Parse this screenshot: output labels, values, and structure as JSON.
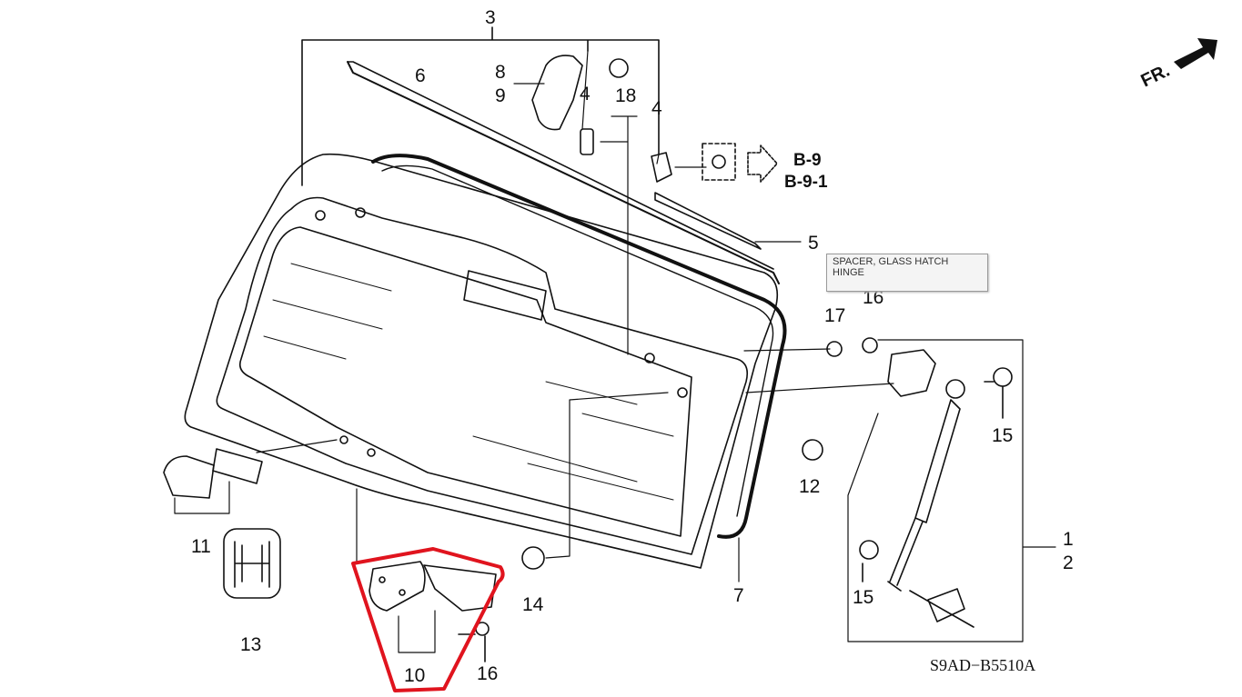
{
  "labels": {
    "n1": "1",
    "n2": "2",
    "n3": "3",
    "n4a": "4",
    "n4b": "4",
    "n5": "5",
    "n6": "6",
    "n7": "7",
    "n8": "8",
    "n9": "9",
    "n10": "10",
    "n11": "11",
    "n12": "12",
    "n13": "13",
    "n14": "14",
    "n15a": "15",
    "n15b": "15",
    "n16a": "16",
    "n16b": "16",
    "n17": "17",
    "n18": "18"
  },
  "refs": {
    "b9": "B-9",
    "b91": "B-9-1"
  },
  "direction": "FR.",
  "diagram_code": "S9AD−B5510A",
  "tooltip": "SPACER, GLASS HATCH HINGE",
  "highlight_color": "#e0141e"
}
